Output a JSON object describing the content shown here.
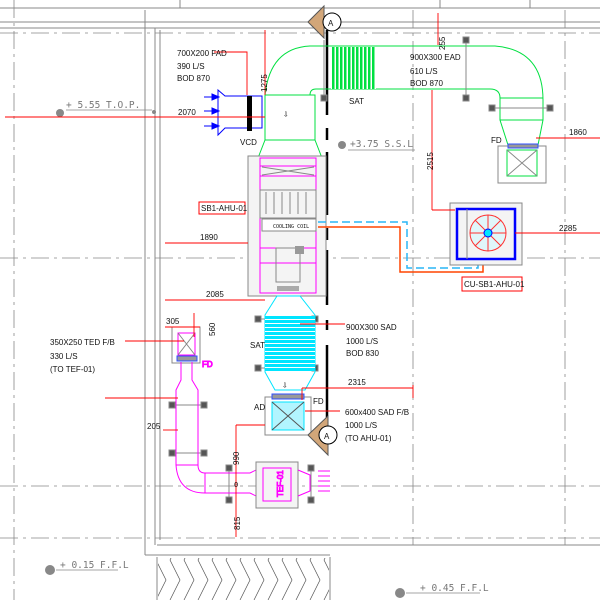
{
  "colors": {
    "supply_duct": "#00e040",
    "exhaust_duct": "#ff00ff",
    "supply_grille": "#00e5ff",
    "intake": "#0000ff",
    "dimension": "#ff0000",
    "refrigerant_liquid": "#29b6f6",
    "refrigerant_gas": "#ff4500",
    "wall": "#888888"
  },
  "levels": {
    "top": "+ 5.55 T.O.P.",
    "ssl": "+3.75 S.S.L",
    "ffl_left": "+ 0.15 F.F.L",
    "ffl_right": "+ 0.45 F.F.L"
  },
  "fad": {
    "size": "700X200 FAD",
    "flow": "390 L/S",
    "bod": "BOD 870",
    "damper": "VCD"
  },
  "ead": {
    "size": "900X300 EAD",
    "flow": "610 L/S",
    "bod": "BOD 870",
    "damper": "FD"
  },
  "sad": {
    "size": "900X300 SAD",
    "flow": "1000 L/S",
    "bod": "BOD 830",
    "tag": "SAT"
  },
  "sad_fb": {
    "size": "600x400 SAD F/B",
    "flow": "1000 L/S",
    "note": "(TO AHU-01)",
    "ad": "AD",
    "fd": "FD"
  },
  "ted": {
    "size": "350X250 TED F/B",
    "flow": "330 L/S",
    "note": "(TO TEF-01)",
    "fd": "FD"
  },
  "equipment": {
    "ahu": "SB1-AHU-01",
    "cu": "CU-SB1-AHU-01",
    "tef": "TEF-01",
    "coil": "COOLING COIL",
    "sat_top": "SAT",
    "section_mark": "A"
  },
  "dimensions": {
    "d1275": "1275",
    "d2070": "2070",
    "d255": "255",
    "d2515": "2515",
    "d1860": "1860",
    "d1890": "1890",
    "d2285": "2285",
    "d2085": "2085",
    "d305": "305",
    "d560": "560",
    "d2315": "2315",
    "d205": "205",
    "d990": "990",
    "d815": "815",
    "d0": "0"
  }
}
